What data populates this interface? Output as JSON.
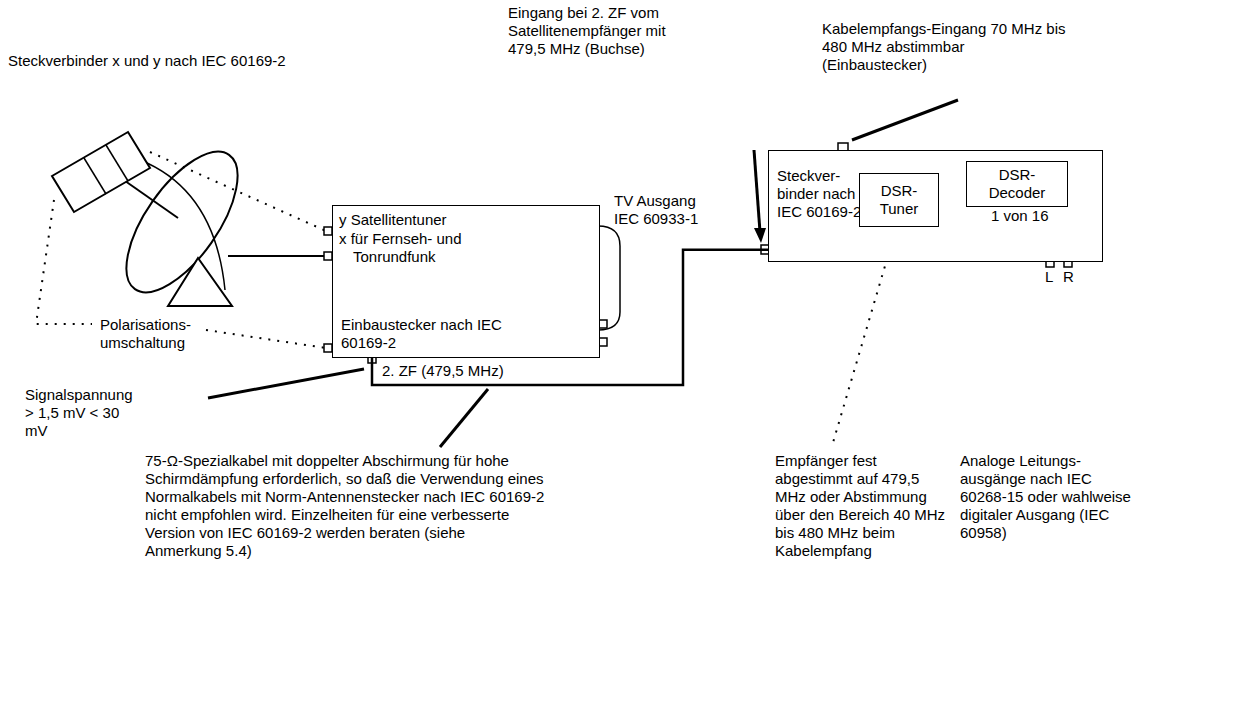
{
  "diagram": {
    "nodes": [
      {
        "text": [
          "y Satellitentuner",
          "x für Fernseh- und Tonrundfunk",
          "Einbaustecker nach IEC 60169-2"
        ]
      },
      {
        "text": [
          "Steckver- binder nach IEC 60169-2",
          "1 von 16"
        ]
      },
      {
        "text": [
          "DSR- Tuner"
        ],
        "in": 1
      },
      {
        "text": [
          "DSR- Decoder"
        ],
        "in": 1
      }
    ],
    "edges": [
      {
        "from": 0,
        "to": 1,
        "arrow": "none"
      },
      {
        "from": 2,
        "to": 3,
        "arrow": "none"
      }
    ],
    "labels": [
      "Steckverbinder x und y nach IEC 60169-2",
      "Eingang bei 2. ZF vom Satellitenempfänger mit 479,5 MHz (Buchse)",
      "Kabelempfangs-Eingang 70 MHz bis 480 MHz abstimmbar (Einbaustecker)",
      "TV Ausgang IEC 60933-1",
      "Polarisations- umschaltung",
      "2. ZF (479,5 MHz)",
      "Signalspannung > 1,5 mV < 30 mV",
      "75-Ω-Spezialkabel mit doppelter Abschirmung für hohe Schirmdämpfung erforderlich, so daß die Verwendung eines Normalkabels mit Norm-Antennenstecker nach IEC 60169-2 nicht empfohlen wird. Einzelheiten für eine verbesserte Version von IEC 60169-2 werden beraten (siehe Anmerkung 5.4)",
      "Empfänger fest abgestimmt auf 479,5 MHz oder Abstimmung über den Bereich 40 MHz bis 480 MHz beim Kabelempfang",
      "Analoge Leitungs- ausgänge nach IEC 60268-15 oder wahlweise digitaler Ausgang (IEC 60958)",
      "L",
      "R"
    ]
  }
}
